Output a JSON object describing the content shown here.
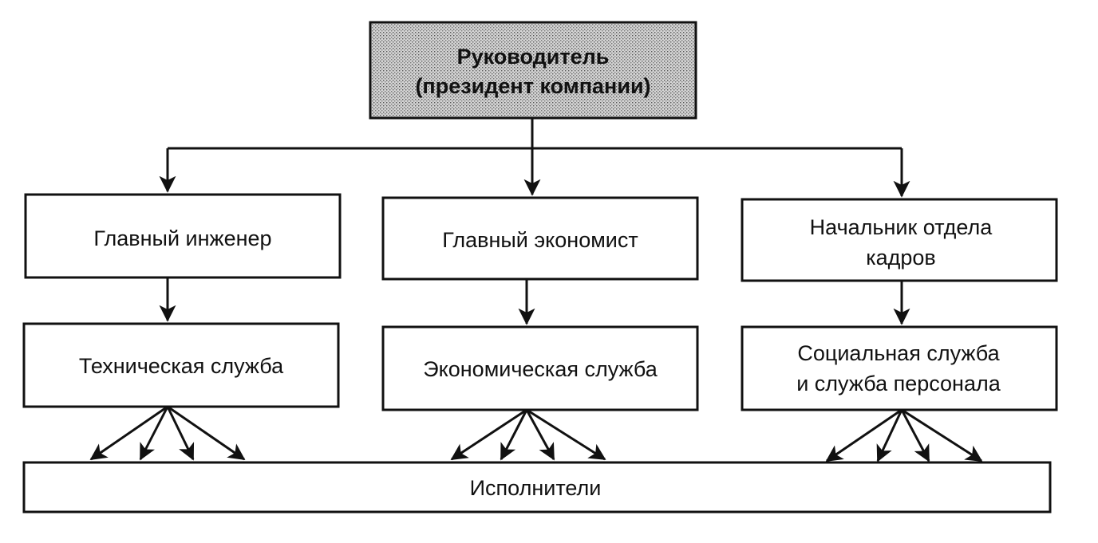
{
  "nodes": {
    "leader": {
      "lines": [
        "Руководитель",
        "(президент компании)"
      ]
    },
    "chief_engineer": {
      "lines": [
        "Главный инженер"
      ]
    },
    "chief_economist": {
      "lines": [
        "Главный экономист"
      ]
    },
    "hr_head": {
      "lines": [
        "Начальник отдела",
        "кадров"
      ]
    },
    "tech_service": {
      "lines": [
        "Техническая служба"
      ]
    },
    "econ_service": {
      "lines": [
        "Экономическая служба"
      ]
    },
    "social_service": {
      "lines": [
        "Социальная служба",
        "и служба персонала"
      ]
    },
    "executors": {
      "lines": [
        "Исполнители"
      ]
    }
  },
  "style": {
    "stroke_color": "#111111",
    "leader_fill": "#c8c8c8",
    "box_fill": "#ffffff"
  }
}
